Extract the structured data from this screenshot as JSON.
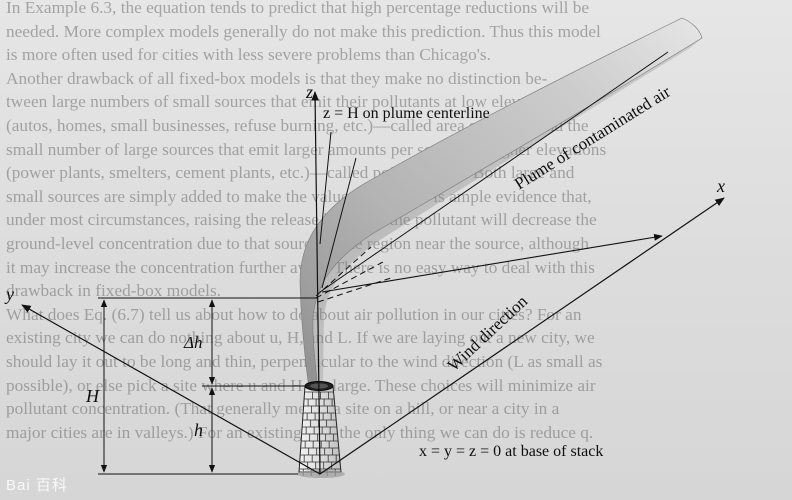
{
  "background_text": [
    "In Example 6.3, the equation tends to predict that high percentage reductions will be",
    "needed. More complex models generally do not make this prediction. Thus this model",
    "is more often used for cities with less severe problems than Chicago's.",
    "Another drawback of all fixed-box models is that they make no distinction be-",
    "tween large numbers of small sources that emit their pollutants at low elevations",
    "(autos, homes, small businesses, refuse burning, etc.)—called area sources—and the",
    "small number of large sources that emit larger amounts per source, at higher elevations",
    "(power plants, smelters, cement plants, etc.)—called point sources. Both large and",
    "small sources are simply added to make the value of q. There is ample evidence that,",
    "under most circumstances, raising the release height of the pollutant will decrease the",
    "ground-level concentration due to that source in the region near the source, although",
    "it may increase the concentration further away. There is no easy way to deal with this",
    "drawback in fixed-box models.",
    "What does Eq. (6.7) tell us about how to do about air pollution in our cities? For an",
    "existing city we can do nothing about u, H, and L. If we are laying out a new city, we",
    "should lay it out to be long and thin, perpendicular to the wind direction (L as small as",
    "possible), or else pick a site where u and H are large. These choices will minimize air",
    "pollutant concentration. (That generally means a site on a hill, or near a city in a",
    "major cities are in valleys.) For an existing city, the only thing we can do is reduce q."
  ],
  "labels": {
    "z_axis": "z",
    "x_axis": "x",
    "y_axis": "y",
    "centerline": "z = H on plume centerline",
    "plume": "Plume of contaminated air",
    "wind": "Wind direction",
    "delta_h": "Δh",
    "big_h": "H",
    "small_h": "h",
    "origin": "x = y = z = 0 at base of stack"
  },
  "watermark": "Bai 百科"
}
